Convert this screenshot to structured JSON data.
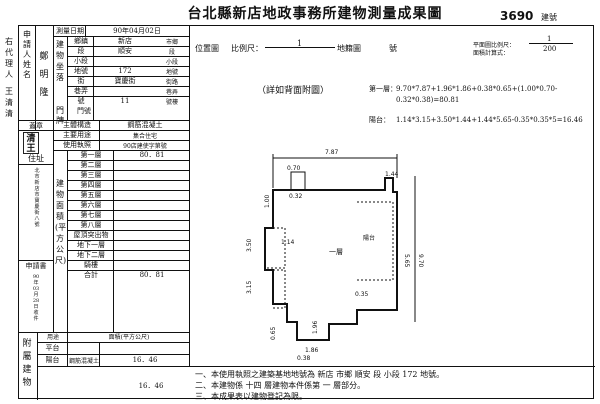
{
  "header": {
    "title": "台北縣新店地政事務所建物測量成果圖",
    "doc_number": "3690",
    "doc_number_label": "建號"
  },
  "left_margin": {
    "agent_label": "右代理人",
    "agent_name": "王清清"
  },
  "applicant": {
    "label": "申請人姓名",
    "name": "鄭明隆",
    "seal_label": "蓋章",
    "seal_text": "清王"
  },
  "survey": {
    "date_label": "測量日期",
    "date_value": "90年04月02日"
  },
  "building_location": {
    "label": "建物坐落",
    "rows": [
      {
        "field": "鄉鎮",
        "value": "新店",
        "suffix": "市鄉"
      },
      {
        "field": "段",
        "value": "順安",
        "suffix": "段"
      },
      {
        "field": "小段",
        "value": "",
        "suffix": "小段"
      },
      {
        "field": "地號",
        "value": "172",
        "suffix": "地號"
      },
      {
        "field": "街",
        "value": "寶慶街",
        "suffix": "街路"
      },
      {
        "field": "巷弄",
        "value": "",
        "suffix": "巷弄"
      },
      {
        "field": "號",
        "value": "11",
        "suffix": "號樓"
      }
    ],
    "door_label": "門牌",
    "door_number_label": "門號"
  },
  "structure": {
    "main_structure_label": "主體構造",
    "main_structure_value": "鋼筋混凝土",
    "main_use_label": "主要用途",
    "main_use_value": "集合住宅",
    "license_label": "使用執照",
    "license_value": "90店建使字第號"
  },
  "floor_area": {
    "side_label": "建物面積(平方公尺)",
    "address_side": "住址",
    "address_text": "北市新店市寶慶街八號",
    "floors": [
      {
        "name": "第一層",
        "value": "80．81"
      },
      {
        "name": "第二層",
        "value": ""
      },
      {
        "name": "第三層",
        "value": ""
      },
      {
        "name": "第四層",
        "value": ""
      },
      {
        "name": "第五層",
        "value": ""
      },
      {
        "name": "第六層",
        "value": ""
      },
      {
        "name": "第七層",
        "value": ""
      },
      {
        "name": "第八層",
        "value": ""
      }
    ],
    "below_rows": [
      {
        "name": "屋頂突出物",
        "value": ""
      },
      {
        "name": "地下一層",
        "value": ""
      },
      {
        "name": "地下二層",
        "value": ""
      },
      {
        "name": "騎樓",
        "value": ""
      }
    ],
    "total_label": "合計",
    "total_value": "80．81"
  },
  "application_date": {
    "label": "申請書",
    "text": "90年03月28日收件"
  },
  "attached": {
    "side_label": "附屬建物",
    "purpose_header": "用途",
    "area_header": "面積(平方公尺)",
    "rows": [
      {
        "use": "平台",
        "structure": "",
        "value": ""
      },
      {
        "use": "陽台",
        "structure": "鋼筋混凝土",
        "value": "16．46"
      }
    ],
    "total_value": "16．46"
  },
  "plan": {
    "position_label": "位置圖",
    "scale_label": "比例尺：",
    "scale_value": "1",
    "scale_suffix": "地籍圖",
    "number_label": "號",
    "plan_scale_label": "平面圖比例尺：",
    "plan_scale_num": "1",
    "plan_scale_den": "200",
    "area_calc_label": "面積計算式：",
    "see_back": "（詳如背面附圖）",
    "formula_floor1_label": "第一層：",
    "formula_floor1": "9.70*7.87+1.96*1.86+0.38*0.65+(1.00*0.70-0.32*0.38)=80.81",
    "formula_balcony_label": "陽台：",
    "formula_balcony": "1.14*3.15+3.50*1.44+1.44*5.65-0.35*0.35*5=16.46",
    "room_label": "一層",
    "balcony_label": "陽台",
    "dims": {
      "top": "7.87",
      "right": "9.70",
      "right_inner": "5.65",
      "left_upper": "3.50",
      "left_lower": "3.15",
      "w1": "0.70",
      "w2": "0.32",
      "w3": "1.00",
      "b1": "1.44",
      "b2": "1.14",
      "c1": "0.35",
      "bottom1": "1.96",
      "bottom2": "1.86",
      "bottom3": "0.38",
      "bottom4": "0.65"
    }
  },
  "notes": [
    "一、本使用執照之建築基地地號為 新店 市鄉 順安 段 小段 172 地號。",
    "二、本建物係 十四 層建物本件係第 一 層部分。",
    "三、本成果表以建物登記為限。"
  ]
}
